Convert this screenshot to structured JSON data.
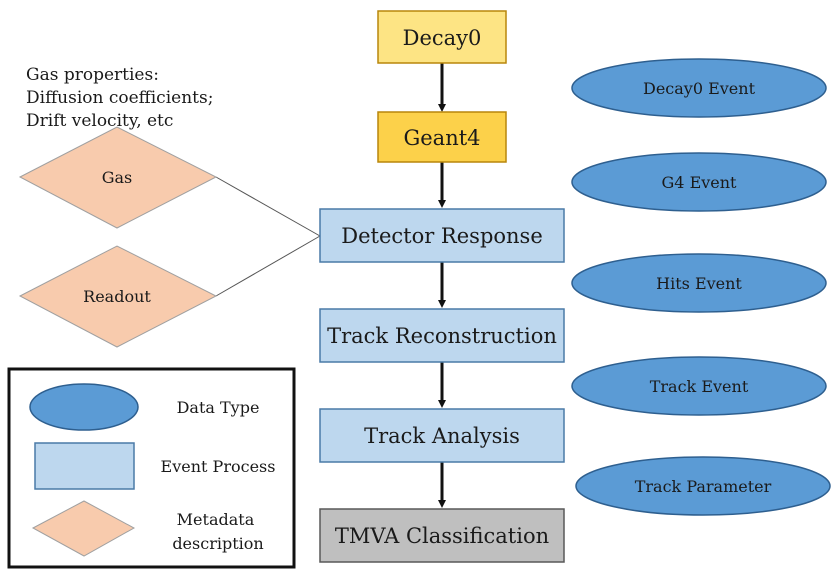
{
  "note": {
    "lines": [
      "Gas properties:",
      "Diffusion coefficients;",
      "Drift velocity, etc"
    ]
  },
  "colors": {
    "generator_fill": "#fde484",
    "generator_fill_dark": "#fcd14a",
    "generator_border": "#b8860b",
    "process_fill": "#bdd7ee",
    "process_border": "#4a7aa7",
    "final_fill": "#bfbfbf",
    "final_border": "#595959",
    "event_fill": "#5b9bd5",
    "event_border": "#2e5f8f",
    "metadata_fill": "#f8cbad",
    "metadata_border": "#a0a0a0",
    "arrow": "#111111"
  },
  "flow": {
    "decay0": "Decay0",
    "geant4": "Geant4",
    "detector_response": "Detector Response",
    "track_reconstruction": "Track Reconstruction",
    "track_analysis": "Track Analysis",
    "tmva_classification": "TMVA Classification"
  },
  "events": {
    "decay0_event": "Decay0 Event",
    "g4_event": "G4 Event",
    "hits_event": "Hits Event",
    "track_event": "Track Event",
    "track_parameter": "Track Parameter"
  },
  "metadata": {
    "gas": "Gas",
    "readout": "Readout"
  },
  "legend": {
    "data_type": "Data Type",
    "event_process": "Event Process",
    "metadata_line1": "Metadata",
    "metadata_line2": "description"
  }
}
